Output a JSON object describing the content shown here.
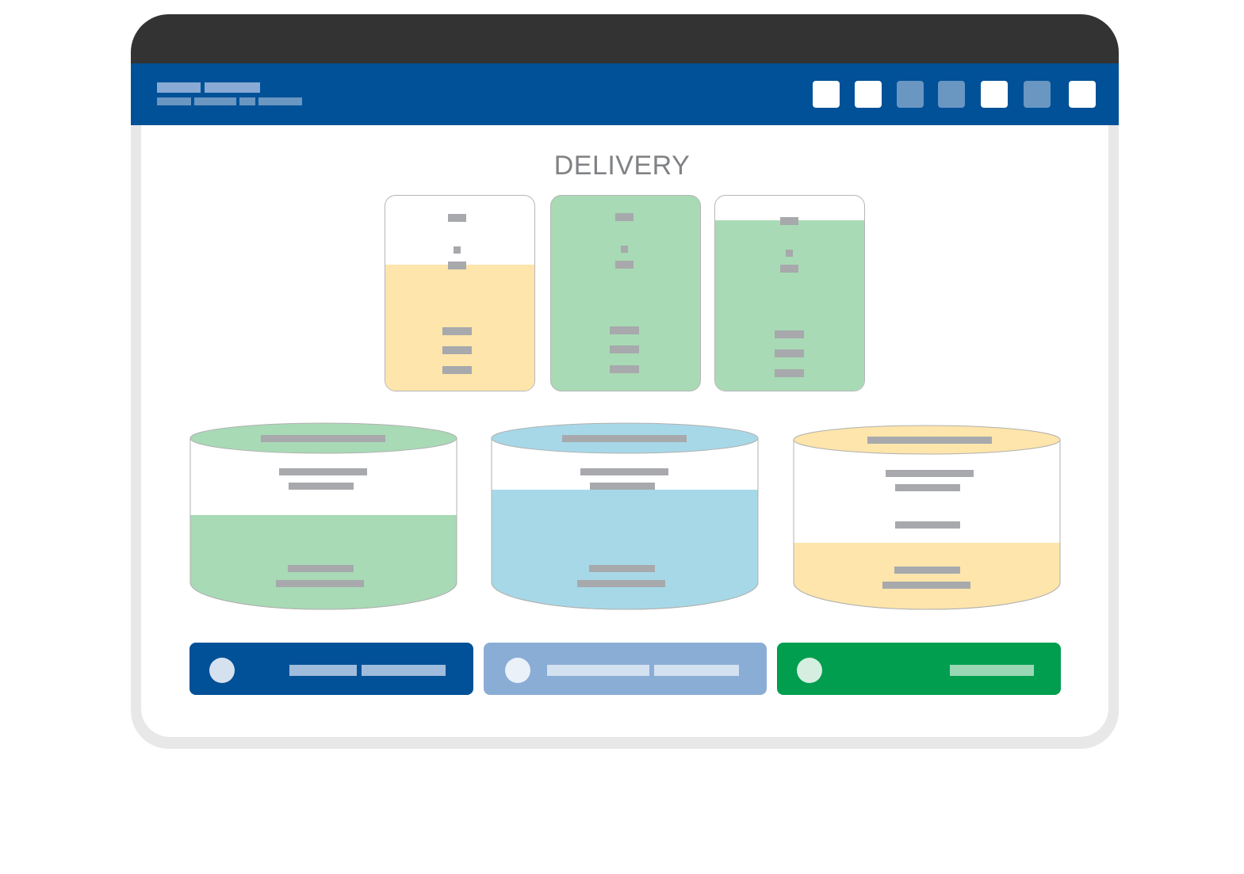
{
  "title": "DELIVERY",
  "colors": {
    "header": "#005197",
    "top_bar": "#333333",
    "amber": "#fde5ab",
    "green": "#a8dab5",
    "blue": "#a7d8e8",
    "placeholder": "#a7a9ac"
  },
  "header_buttons": [
    {
      "state": "active"
    },
    {
      "state": "active"
    },
    {
      "state": "inactive"
    },
    {
      "state": "inactive"
    },
    {
      "state": "active"
    },
    {
      "state": "inactive"
    },
    {
      "state": "active"
    }
  ],
  "delivery_cards": [
    {
      "color": "amber",
      "fill_level": 0.64
    },
    {
      "color": "green",
      "fill_level": 1.0
    },
    {
      "color": "green",
      "fill_level": 0.87
    }
  ],
  "tanks": [
    {
      "color": "green",
      "fill_level": 0.45
    },
    {
      "color": "blue",
      "fill_level": 0.6
    },
    {
      "color": "amber",
      "fill_level": 0.32
    }
  ],
  "status_bars": [
    {
      "color": "#005197",
      "dot_color": "#d6e1ef",
      "segment_color": "#9fbcdc"
    },
    {
      "color": "#8aadd5",
      "dot_color": "#ebf1f9",
      "segment_color": "#d4e1f0"
    },
    {
      "color": "#009e4e",
      "dot_color": "#d5eedf",
      "segment_color": "#9ad8b5"
    }
  ]
}
